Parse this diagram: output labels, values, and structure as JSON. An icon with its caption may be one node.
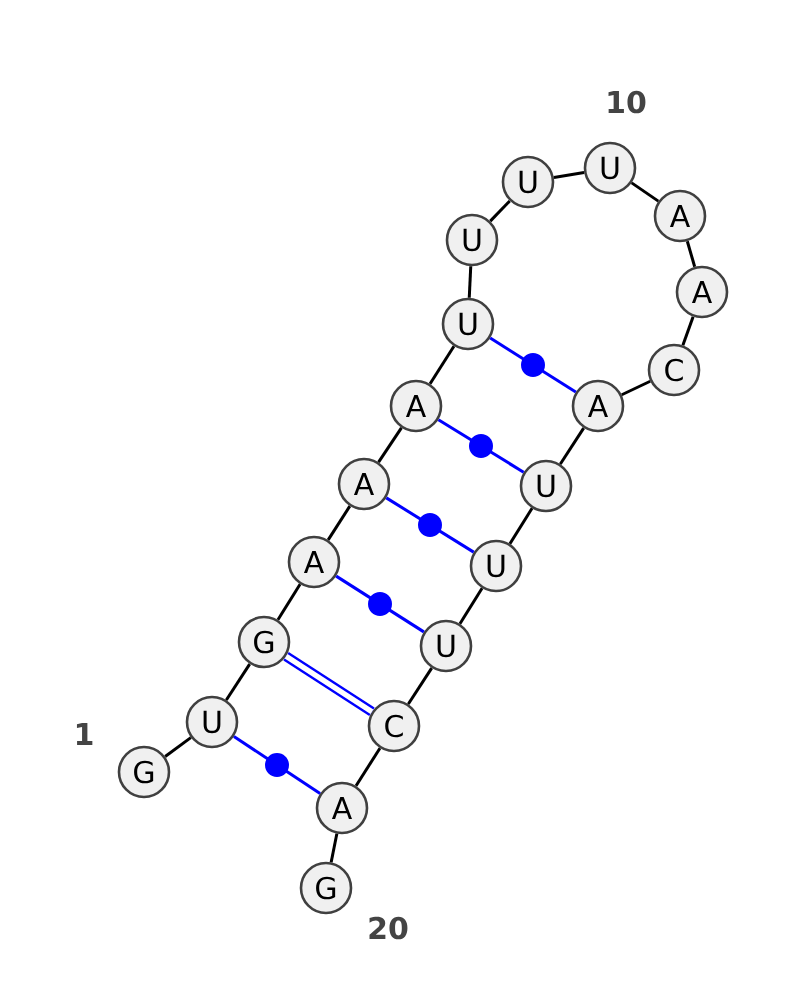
{
  "diagram": {
    "nodes": [
      {
        "text": [
          "G"
        ],
        "beside": [
          "1"
        ]
      },
      {
        "text": [
          "U"
        ]
      },
      {
        "text": [
          "G"
        ]
      },
      {
        "text": [
          "A"
        ]
      },
      {
        "text": [
          "A"
        ]
      },
      {
        "text": [
          "A"
        ]
      },
      {
        "text": [
          "U"
        ]
      },
      {
        "text": [
          "U"
        ]
      },
      {
        "text": [
          "U"
        ]
      },
      {
        "text": [
          "U"
        ],
        "beside": [
          "10"
        ]
      },
      {
        "text": [
          "A"
        ]
      },
      {
        "text": [
          "A"
        ]
      },
      {
        "text": [
          "C"
        ]
      },
      {
        "text": [
          "A"
        ]
      },
      {
        "text": [
          "U"
        ]
      },
      {
        "text": [
          "U"
        ]
      },
      {
        "text": [
          "U"
        ]
      },
      {
        "text": [
          "C"
        ]
      },
      {
        "text": [
          "A"
        ]
      },
      {
        "text": [
          "G"
        ],
        "beside": [
          "20"
        ]
      }
    ],
    "edges": [
      {
        "from": 0,
        "to": 1,
        "arrow": "none"
      },
      {
        "from": 1,
        "to": 2,
        "arrow": "none"
      },
      {
        "from": 2,
        "to": 3,
        "arrow": "none"
      },
      {
        "from": 3,
        "to": 4,
        "arrow": "none"
      },
      {
        "from": 4,
        "to": 5,
        "arrow": "none"
      },
      {
        "from": 5,
        "to": 6,
        "arrow": "none"
      },
      {
        "from": 6,
        "to": 7,
        "arrow": "none"
      },
      {
        "from": 7,
        "to": 8,
        "arrow": "none"
      },
      {
        "from": 8,
        "to": 9,
        "arrow": "none"
      },
      {
        "from": 9,
        "to": 10,
        "arrow": "none"
      },
      {
        "from": 10,
        "to": 11,
        "arrow": "none"
      },
      {
        "from": 11,
        "to": 12,
        "arrow": "none"
      },
      {
        "from": 12,
        "to": 13,
        "arrow": "none"
      },
      {
        "from": 13,
        "to": 14,
        "arrow": "none"
      },
      {
        "from": 14,
        "to": 15,
        "arrow": "none"
      },
      {
        "from": 15,
        "to": 16,
        "arrow": "none"
      },
      {
        "from": 16,
        "to": 17,
        "arrow": "none"
      },
      {
        "from": 17,
        "to": 18,
        "arrow": "none"
      },
      {
        "from": 18,
        "to": 19,
        "arrow": "none"
      },
      {
        "from": 1,
        "to": 18,
        "arrow": "none",
        "color": "#0000ff"
      },
      {
        "from": 2,
        "to": 17,
        "arrow": "none",
        "style": "thick",
        "color": "#0000ff"
      },
      {
        "from": 3,
        "to": 16,
        "arrow": "none",
        "color": "#0000ff"
      },
      {
        "from": 4,
        "to": 15,
        "arrow": "none",
        "color": "#0000ff"
      },
      {
        "from": 5,
        "to": 14,
        "arrow": "none",
        "color": "#0000ff"
      },
      {
        "from": 6,
        "to": 13,
        "arrow": "none",
        "color": "#0000ff"
      }
    ]
  }
}
